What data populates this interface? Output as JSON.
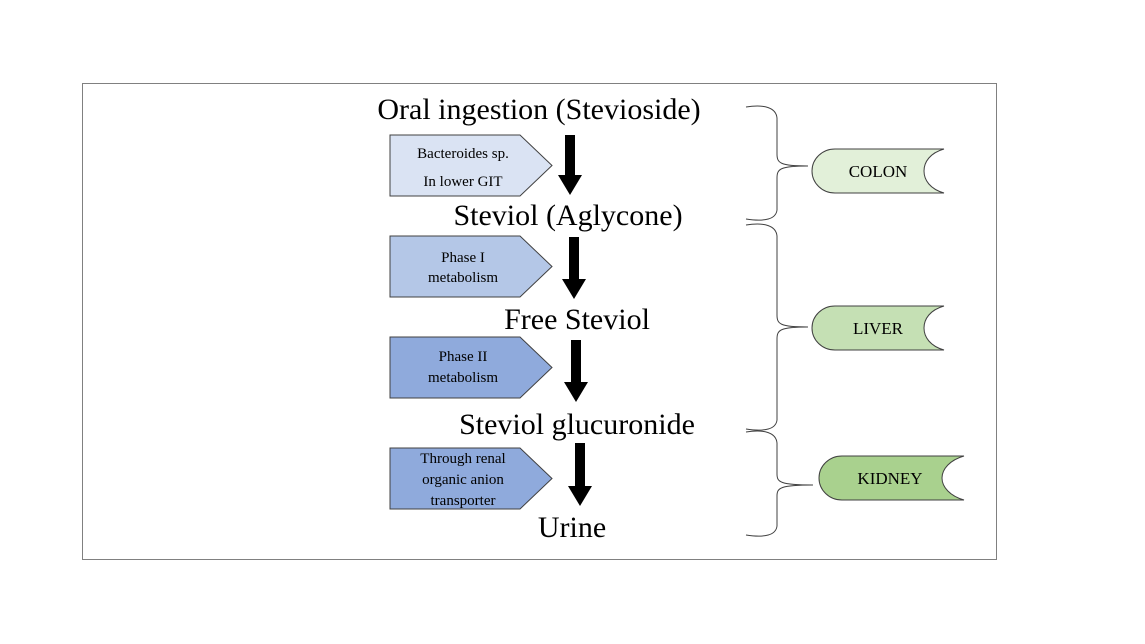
{
  "stages": [
    {
      "label": "Oral ingestion (Stevioside)"
    },
    {
      "label": "Steviol (Aglycone)"
    },
    {
      "label": "Free Steviol"
    },
    {
      "label": "Steviol glucuronide"
    },
    {
      "label": "Urine"
    }
  ],
  "steps": [
    {
      "lines": [
        "Bacteroides sp.",
        "In lower GIT"
      ],
      "color": "#dae3f3"
    },
    {
      "lines": [
        "Phase I",
        "metabolism"
      ],
      "color": "#b4c7e7"
    },
    {
      "lines": [
        "Phase II",
        "metabolism"
      ],
      "color": "#8faadc"
    },
    {
      "lines": [
        "Through renal",
        "organic anion",
        "transporter"
      ],
      "color": "#8faadc"
    }
  ],
  "organs": [
    {
      "label": "COLON",
      "color": "#e2f0d9"
    },
    {
      "label": "LIVER",
      "color": "#c5e0b4"
    },
    {
      "label": "KIDNEY",
      "color": "#a9d18e"
    }
  ]
}
